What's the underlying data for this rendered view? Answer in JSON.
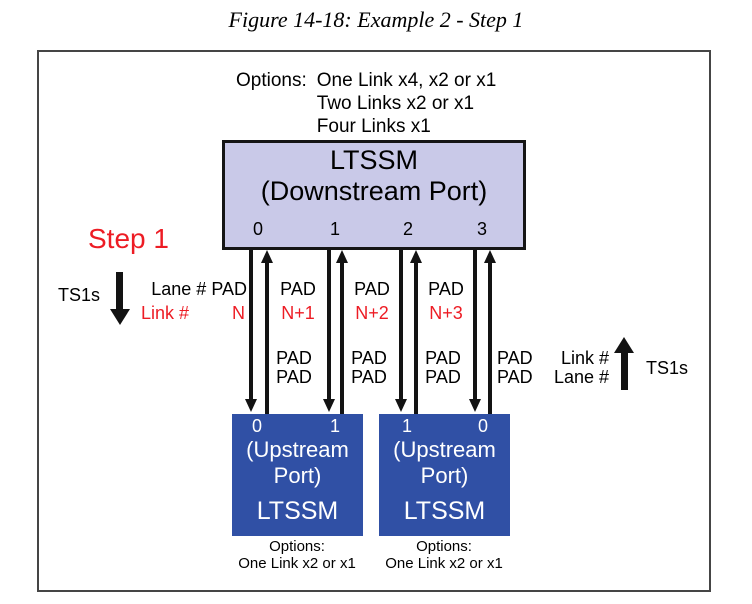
{
  "title": "Figure 14-18: Example 2 - Step 1",
  "colors": {
    "red": "#ed1c24",
    "ink": "#131313",
    "downstream_fill": "#c9c9e8",
    "box_border": "#151515",
    "upstream_fill": "#3050a5",
    "frame_border": "#454545"
  },
  "options_top": {
    "label": "Options:",
    "lines": [
      "One Link x4, x2 or x1",
      "Two Links x2 or x1",
      "Four Links x1"
    ]
  },
  "downstream": {
    "name": "LTSSM",
    "subtitle": "(Downstream Port)",
    "lanes": [
      "0",
      "1",
      "2",
      "3"
    ]
  },
  "step": {
    "label": "Step 1"
  },
  "ts1s": {
    "left": "TS1s",
    "right": "TS1s"
  },
  "tx": {
    "lane_hdr": "Lane # PAD",
    "link_hdr": "Link #",
    "link_val": "N",
    "cols": [
      {
        "pad": "PAD",
        "link": "N+1"
      },
      {
        "pad": "PAD",
        "link": "N+2"
      },
      {
        "pad": "PAD",
        "link": "N+3"
      }
    ]
  },
  "rx": {
    "cols": [
      {
        "l1": "PAD",
        "l2": "PAD"
      },
      {
        "l1": "PAD",
        "l2": "PAD"
      },
      {
        "l1": "PAD",
        "l2": "PAD"
      }
    ],
    "right": {
      "pad1": "PAD",
      "link_hdr": "Link #",
      "pad2": "PAD",
      "lane_hdr": "Lane #"
    }
  },
  "upstream": [
    {
      "lanes": [
        "0",
        "1"
      ],
      "line1": "(Upstream",
      "line2": "Port)",
      "name": "LTSSM",
      "opt_label": "Options:",
      "opt_line": "One Link x2 or x1"
    },
    {
      "lanes": [
        "1",
        "0"
      ],
      "line1": "(Upstream",
      "line2": "Port)",
      "name": "LTSSM",
      "opt_label": "Options:",
      "opt_line": "One Link x2 or x1"
    }
  ]
}
